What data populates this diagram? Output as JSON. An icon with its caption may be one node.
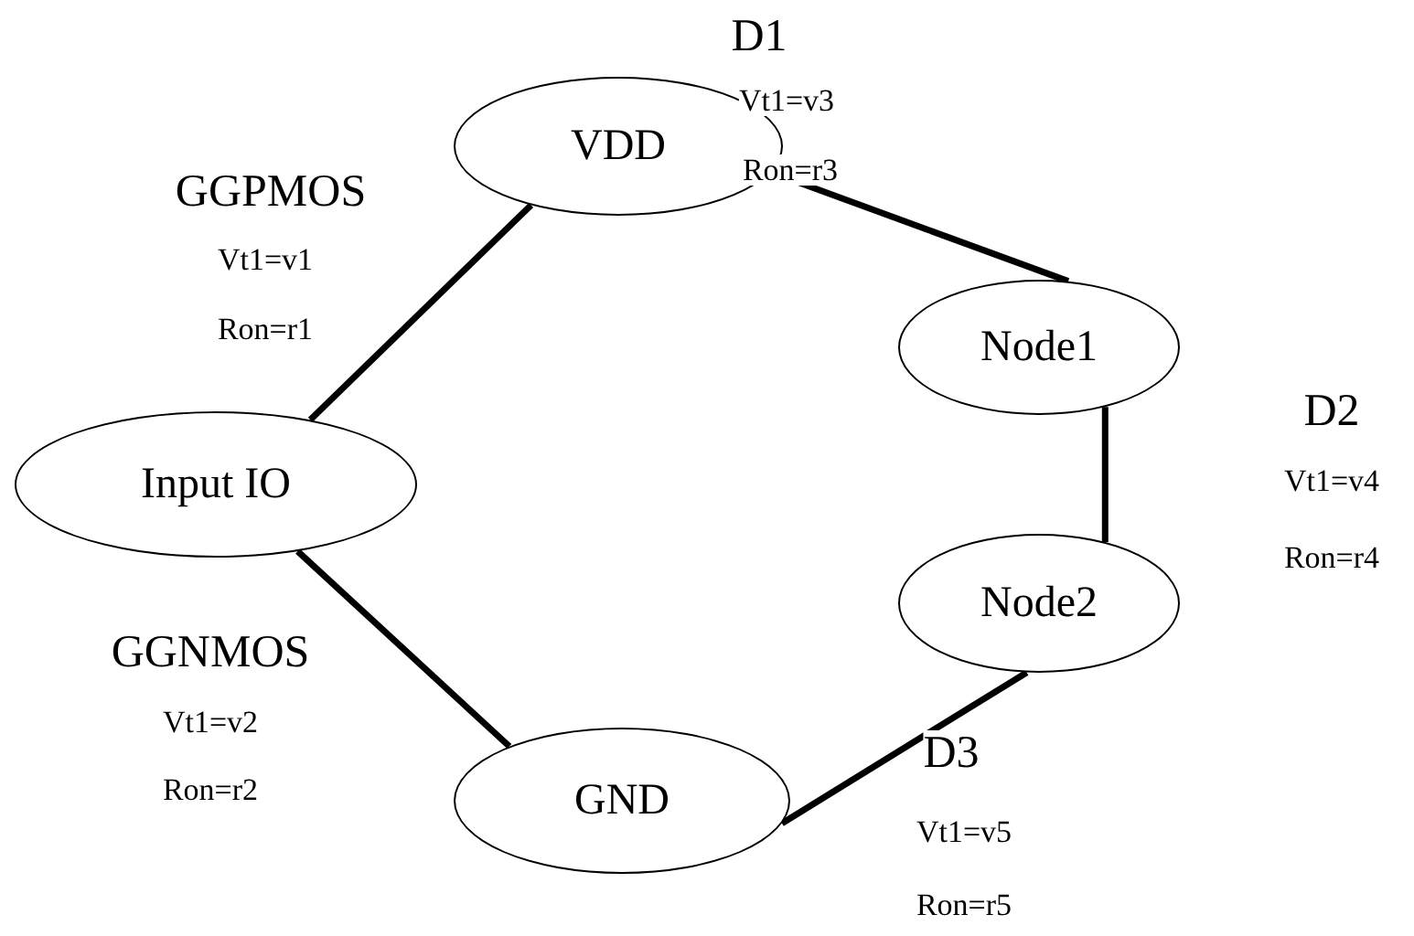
{
  "diagram": {
    "nodes": [
      {
        "text": [
          "VDD"
        ]
      },
      {
        "text": [
          "Node1"
        ]
      },
      {
        "text": [
          "Input IO"
        ]
      },
      {
        "text": [
          "Node2"
        ]
      },
      {
        "text": [
          "GND"
        ]
      }
    ],
    "edges": [
      {
        "from": 2,
        "to": 0,
        "arrow": "none",
        "label": "GGPMOS"
      },
      {
        "from": 0,
        "to": 1,
        "arrow": "none",
        "label": "D1"
      },
      {
        "from": 1,
        "to": 3,
        "arrow": "none",
        "label": "D2"
      },
      {
        "from": 2,
        "to": 4,
        "arrow": "none",
        "label": "GGNMOS"
      },
      {
        "from": 4,
        "to": 3,
        "arrow": "none",
        "label": "D3"
      }
    ],
    "labels": [
      "Vt1=v3",
      "Ron=r3",
      "Vt1=v1",
      "Ron=r1",
      "Vt1=v4",
      "Ron=r4",
      "Vt1=v2",
      "Ron=r2",
      "Vt1=v5",
      "Ron=r5"
    ]
  }
}
